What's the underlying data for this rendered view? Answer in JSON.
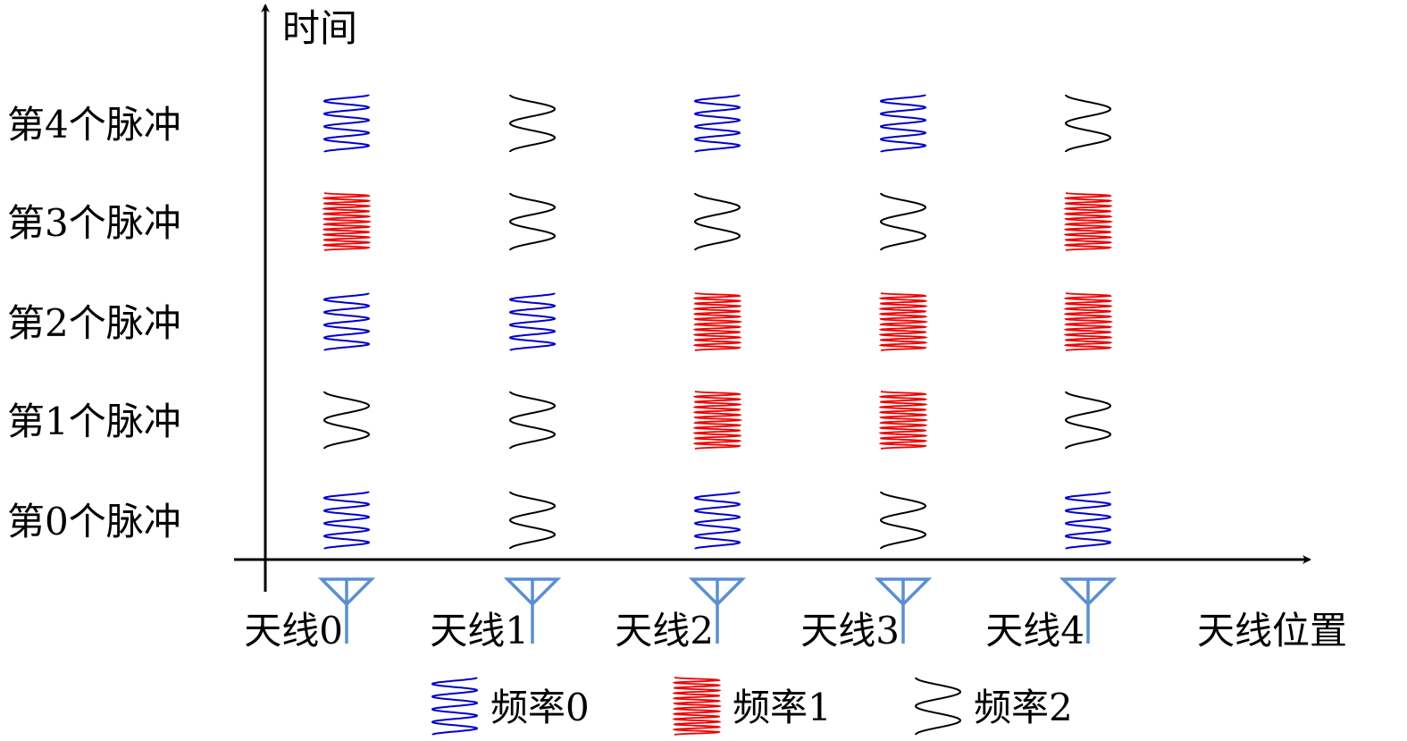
{
  "axes": {
    "y_label": "时间",
    "x_label": "天线位置"
  },
  "pulses": [
    "第0个脉冲",
    "第1个脉冲",
    "第2个脉冲",
    "第3个脉冲",
    "第4个脉冲"
  ],
  "antennas": [
    "天线0",
    "天线1",
    "天线2",
    "天线3",
    "天线4"
  ],
  "frequencies": [
    {
      "label": "频率0",
      "color": "#0000cc",
      "cycles": 4.5
    },
    {
      "label": "频率1",
      "color": "#ee0000",
      "cycles": 11
    },
    {
      "label": "频率2",
      "color": "#000000",
      "cycles": 2
    }
  ],
  "antenna_color": "#5b8fd0",
  "assignment": [
    [
      0,
      2,
      0,
      2,
      0
    ],
    [
      2,
      2,
      1,
      1,
      2
    ],
    [
      0,
      0,
      1,
      1,
      1
    ],
    [
      1,
      2,
      2,
      2,
      1
    ],
    [
      0,
      2,
      0,
      0,
      2
    ]
  ]
}
